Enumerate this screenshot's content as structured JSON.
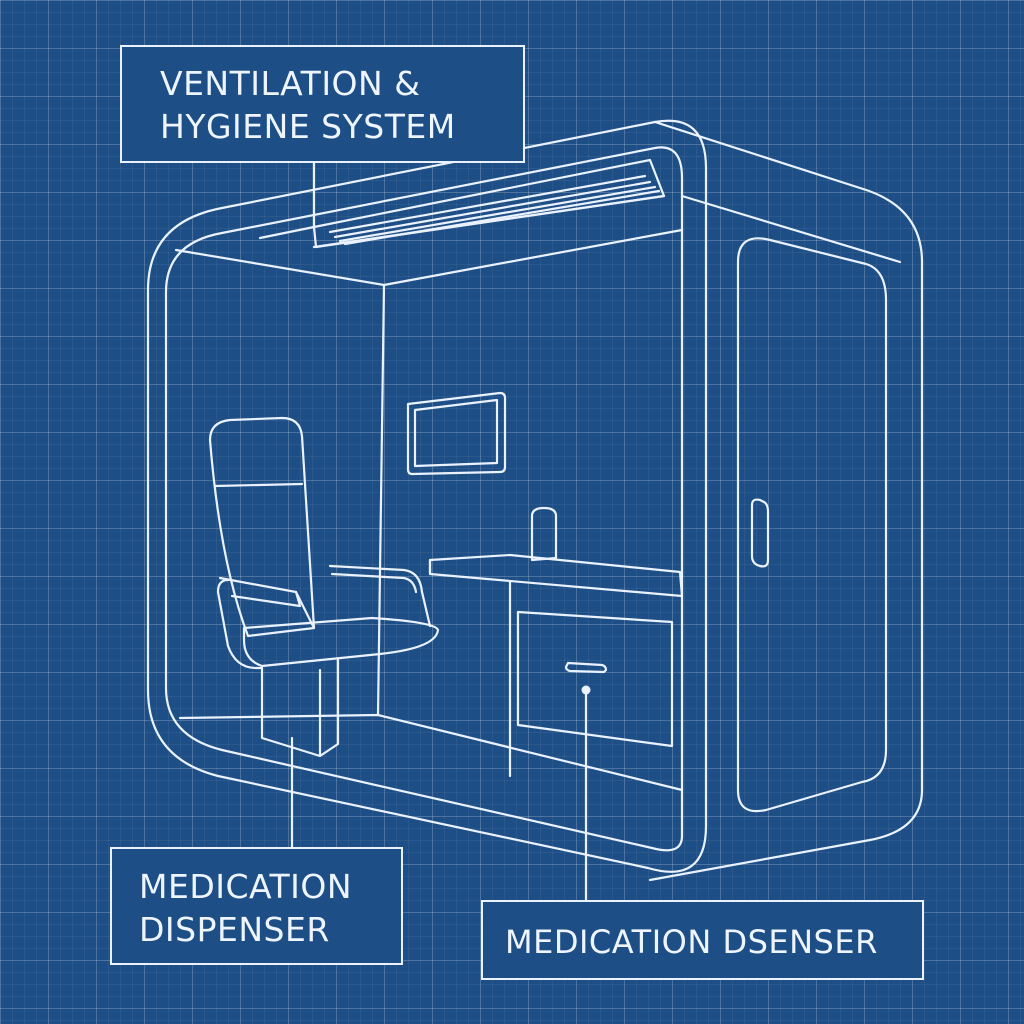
{
  "colors": {
    "background": "#1d4e86",
    "line": "#eaf2ff",
    "grid": "#ffffff"
  },
  "labels": {
    "ventilation": {
      "line1": "VENTILATION &",
      "line2": "HYGIENE SYSTEM"
    },
    "medication_left": {
      "line1": "MEDICATION",
      "line2": "DISPENSER"
    },
    "medication_right": {
      "text": "MEDICATION DSENSER"
    }
  }
}
